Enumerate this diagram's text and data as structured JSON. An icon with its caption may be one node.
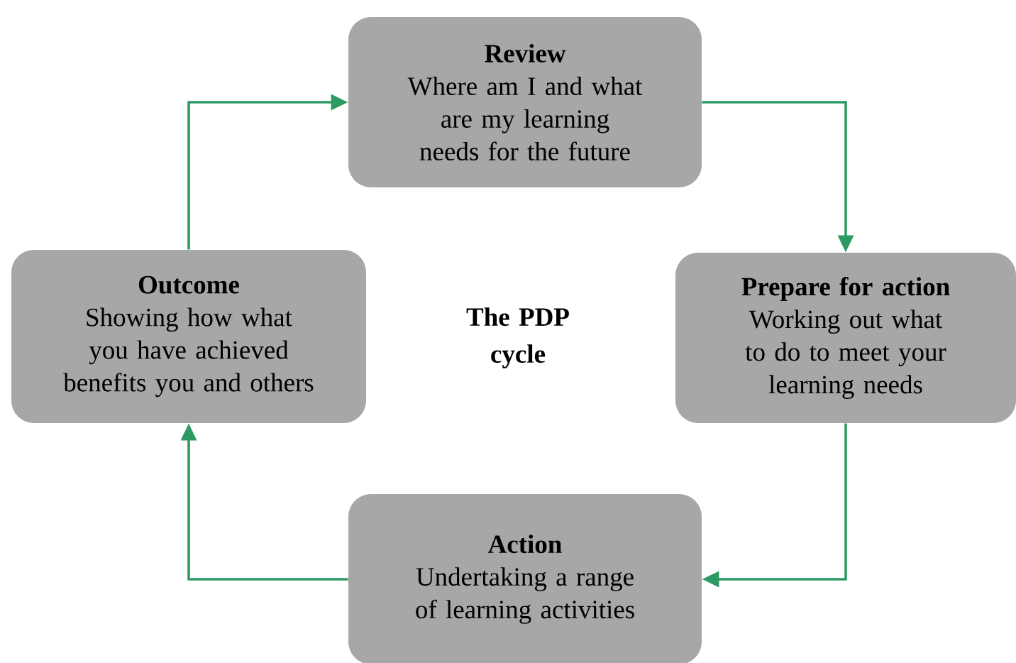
{
  "diagram": {
    "title": "The PDP cycle",
    "nodes": [
      {
        "text": [
          "Review",
          "Where am I and what are my learning needs for the future"
        ]
      },
      {
        "text": [
          "Prepare for action",
          "Working out what to do to meet your learning needs"
        ]
      },
      {
        "text": [
          "Action",
          "Undertaking a range of learning activities"
        ]
      },
      {
        "text": [
          "Outcome",
          "Showing how what you have achieved benefits you and others"
        ]
      }
    ],
    "edges": [
      {
        "from": 3,
        "to": 0,
        "arrow": "to"
      },
      {
        "from": 0,
        "to": 1,
        "arrow": "to"
      },
      {
        "from": 1,
        "to": 2,
        "arrow": "to"
      },
      {
        "from": 2,
        "to": 3,
        "arrow": "to"
      }
    ]
  }
}
